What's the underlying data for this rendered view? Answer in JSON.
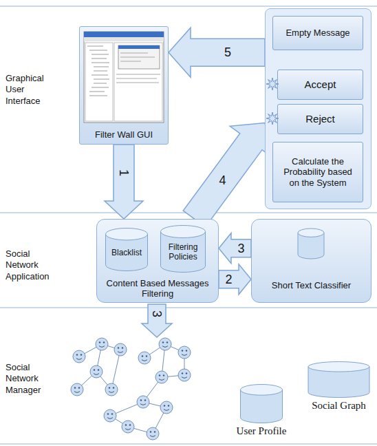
{
  "diagram": {
    "nodes": [
      {
        "text": [
          "Filter Wall GUI"
        ]
      },
      {
        "text": []
      },
      {
        "text": [
          "Empty Message"
        ],
        "in": 1
      },
      {
        "text": [
          "Accept"
        ],
        "in": 1
      },
      {
        "text": [
          "Reject"
        ],
        "in": 1
      },
      {
        "text": [
          "Calculate the Probability based on the System"
        ],
        "in": 1
      },
      {
        "text": [
          "Content Based Messages Filtering"
        ]
      },
      {
        "text": [
          "Blacklist"
        ],
        "in": 6
      },
      {
        "text": [
          "Filtering Policies"
        ],
        "in": 6
      },
      {
        "text": [
          "Short Text Classifier"
        ]
      },
      {
        "text": [
          "Social Graph"
        ]
      },
      {
        "text": [
          "User Profile"
        ]
      }
    ],
    "edges": [
      {
        "from": 0,
        "to": 6,
        "label": "1",
        "arrow": "to"
      },
      {
        "from": 6,
        "to": 9,
        "label": "2",
        "arrow": "to"
      },
      {
        "from": 9,
        "to": 6,
        "label": "3",
        "arrow": "to"
      },
      {
        "from": 6,
        "to": 1,
        "label": "4",
        "arrow": "to"
      },
      {
        "from": 1,
        "to": 0,
        "label": "5",
        "arrow": "to"
      }
    ],
    "labels": [
      "Graphical User Interface",
      "Social Network Application",
      "Social Network Manager",
      "3"
    ]
  }
}
